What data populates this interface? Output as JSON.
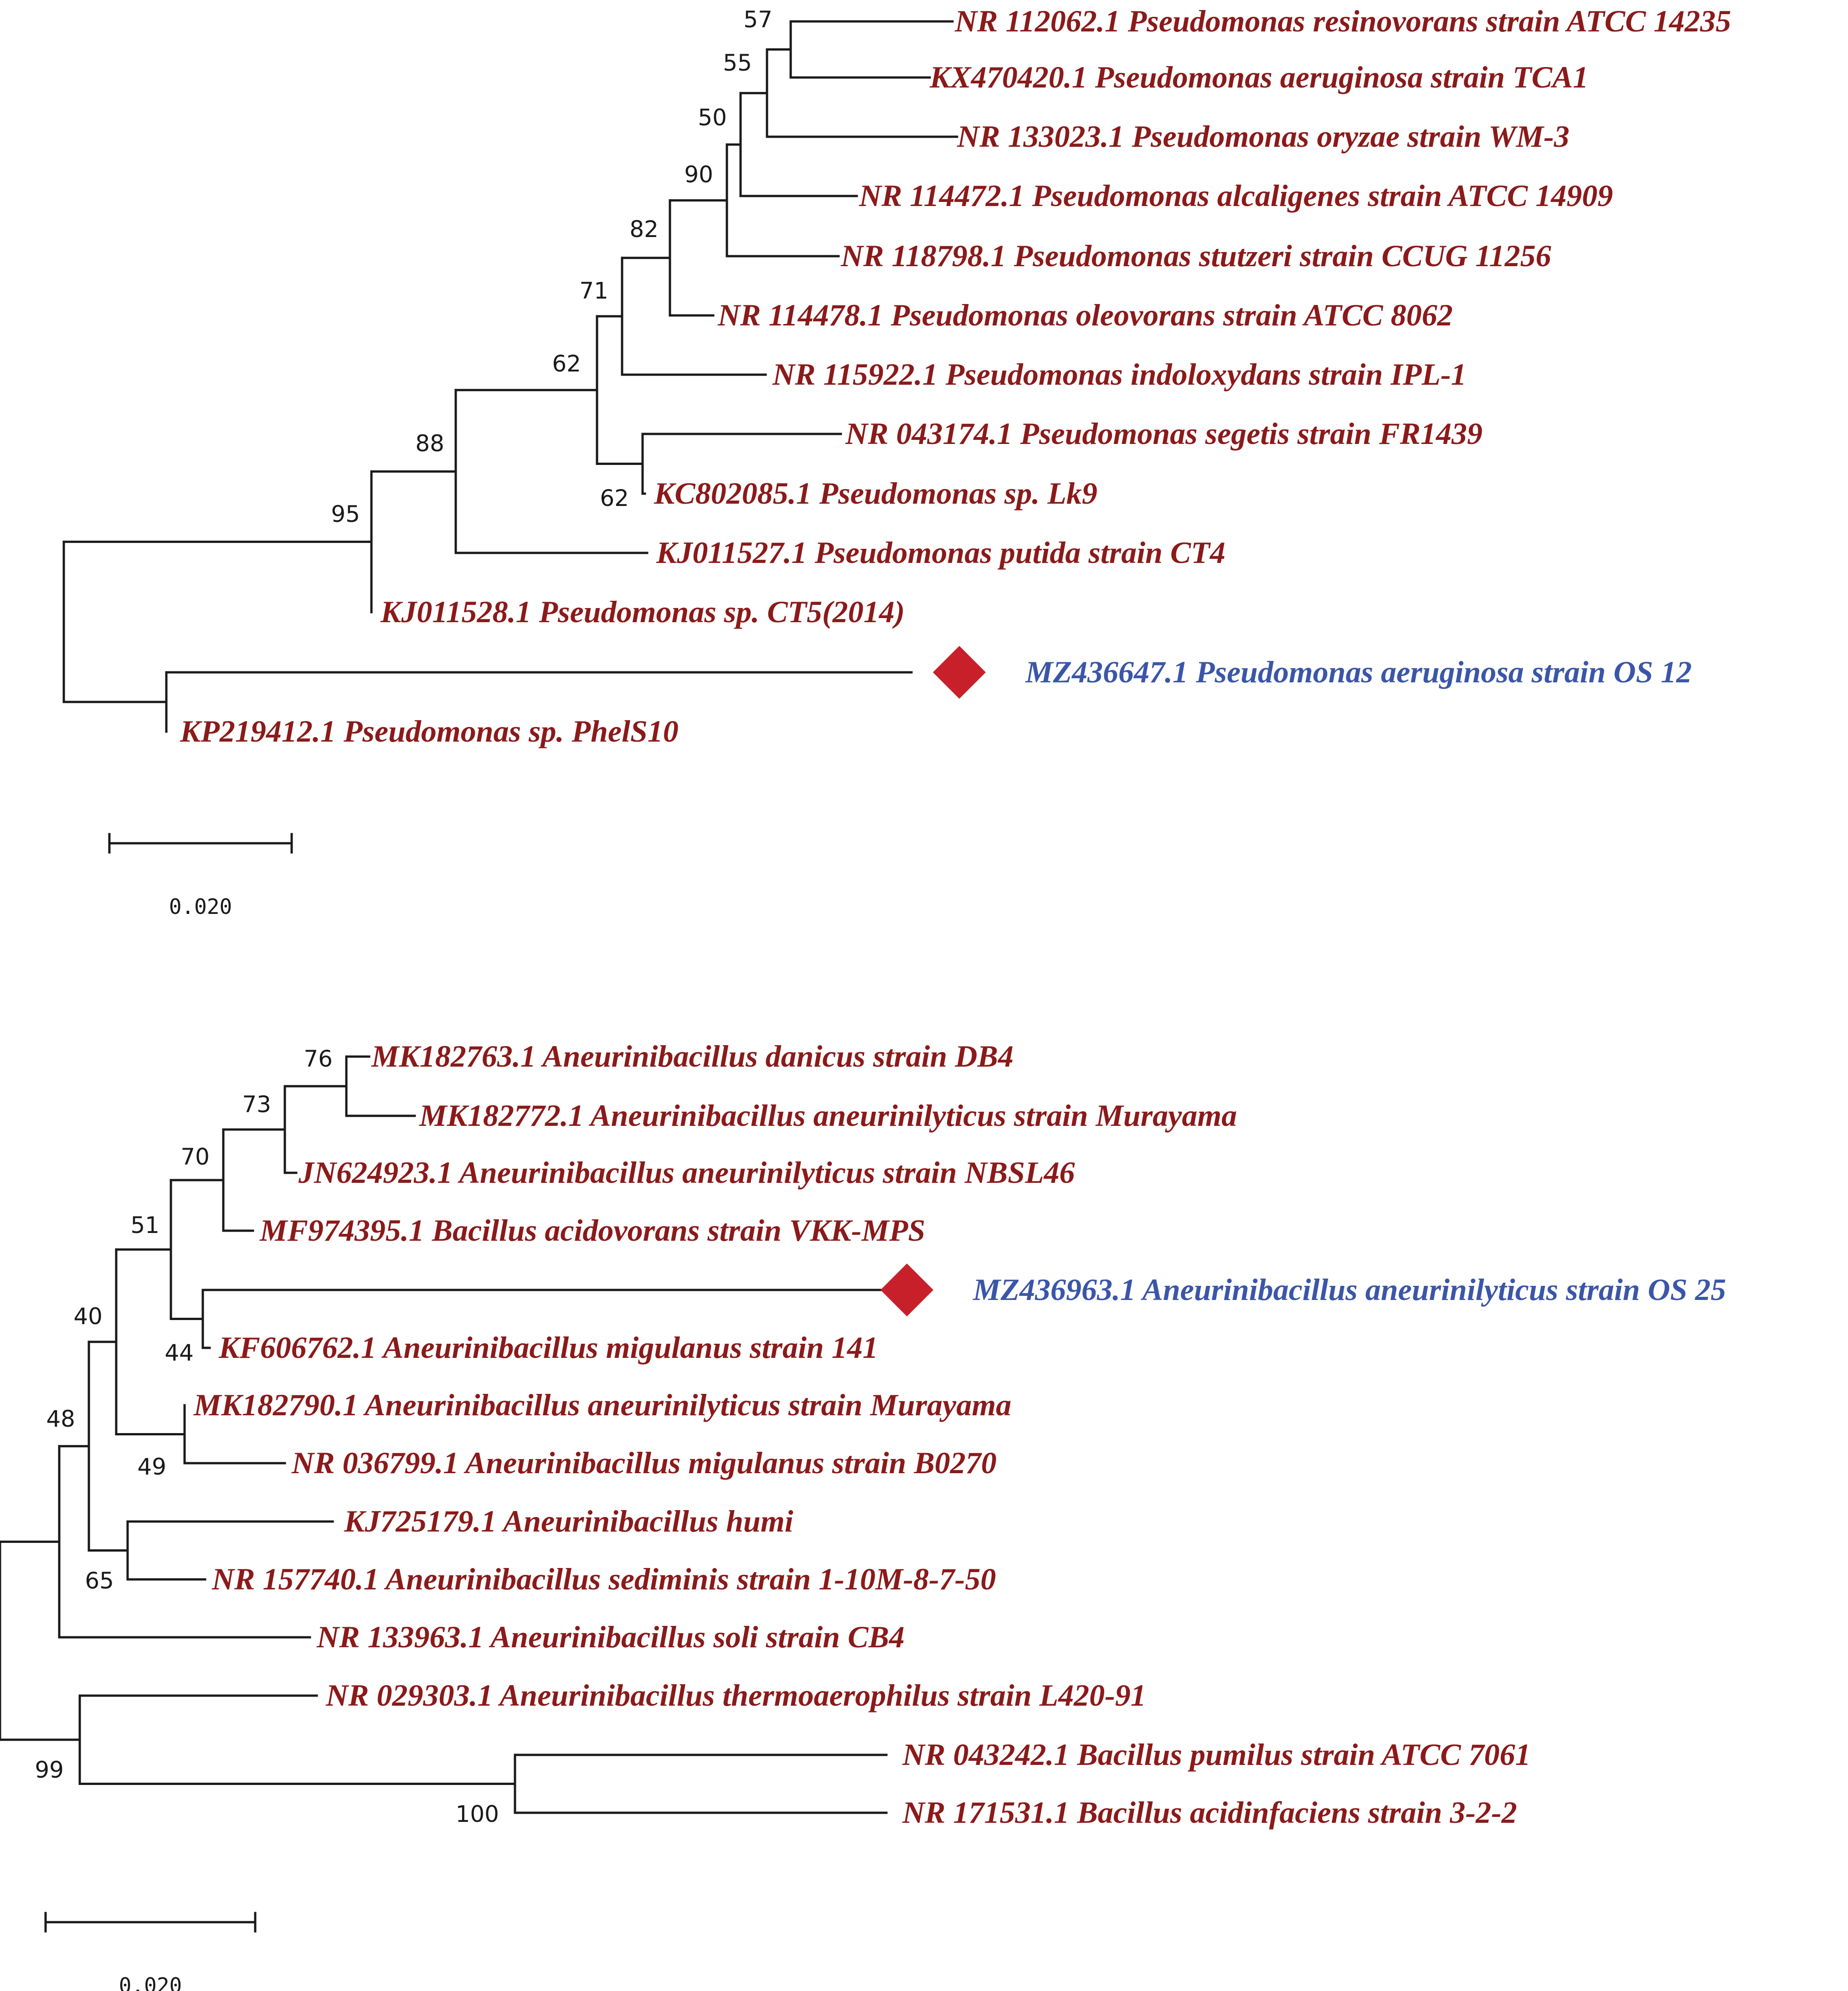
{
  "colors": {
    "reference_label": "#8b1a1a",
    "query_label": "#3b56a8",
    "query_marker": "#c8202a",
    "branch": "#1a1a1a",
    "support_text": "#1a1a1a"
  },
  "trees": [
    {
      "id": "pseudomonas",
      "scale_bar_label": "0.020",
      "leaves": [
        {
          "label": "NR 112062.1 Pseudomonas resinovorans strain ATCC 14235",
          "query": false
        },
        {
          "label": "KX470420.1 Pseudomonas aeruginosa strain TCA1",
          "query": false
        },
        {
          "label": "NR 133023.1 Pseudomonas oryzae strain WM-3",
          "query": false
        },
        {
          "label": "NR 114472.1 Pseudomonas alcaligenes strain ATCC 14909",
          "query": false
        },
        {
          "label": "NR 118798.1 Pseudomonas stutzeri strain CCUG 11256",
          "query": false
        },
        {
          "label": "NR 114478.1 Pseudomonas oleovorans strain ATCC 8062",
          "query": false
        },
        {
          "label": "NR 115922.1 Pseudomonas indoloxydans strain IPL-1",
          "query": false
        },
        {
          "label": "NR 043174.1 Pseudomonas segetis strain FR1439",
          "query": false
        },
        {
          "label": "KC802085.1 Pseudomonas sp. Lk9",
          "query": false
        },
        {
          "label": "KJ011527.1 Pseudomonas putida strain CT4",
          "query": false
        },
        {
          "label": "KJ011528.1 Pseudomonas sp. CT5(2014)",
          "query": false
        },
        {
          "label": "MZ436647.1 Pseudomonas aeruginosa strain OS 12",
          "query": true
        },
        {
          "label": "KP219412.1 Pseudomonas sp. PhelS10",
          "query": false
        }
      ],
      "bootstrap_values": [
        "57",
        "55",
        "50",
        "90",
        "82",
        "71",
        "62",
        "62",
        "88",
        "95"
      ]
    },
    {
      "id": "aneurinibacillus",
      "scale_bar_label": "0.020",
      "leaves": [
        {
          "label": "MK182763.1 Aneurinibacillus danicus strain DB4",
          "query": false
        },
        {
          "label": "MK182772.1 Aneurinibacillus aneurinilyticus strain Murayama",
          "query": false
        },
        {
          "label": "JN624923.1 Aneurinibacillus aneurinilyticus strain NBSL46",
          "query": false
        },
        {
          "label": "MF974395.1 Bacillus acidovorans strain VKK-MPS",
          "query": false
        },
        {
          "label": "MZ436963.1 Aneurinibacillus aneurinilyticus strain OS 25",
          "query": true
        },
        {
          "label": "KF606762.1 Aneurinibacillus migulanus strain 141",
          "query": false
        },
        {
          "label": "MK182790.1 Aneurinibacillus aneurinilyticus strain Murayama",
          "query": false
        },
        {
          "label": "NR 036799.1 Aneurinibacillus migulanus strain B0270",
          "query": false
        },
        {
          "label": "KJ725179.1 Aneurinibacillus humi",
          "query": false
        },
        {
          "label": "NR 157740.1 Aneurinibacillus sediminis strain 1-10M-8-7-50",
          "query": false
        },
        {
          "label": "NR 133963.1 Aneurinibacillus soli strain CB4",
          "query": false
        },
        {
          "label": "NR 029303.1 Aneurinibacillus thermoaerophilus strain L420-91",
          "query": false
        },
        {
          "label": "NR 043242.1 Bacillus pumilus strain ATCC 7061",
          "query": false
        },
        {
          "label": "NR 171531.1 Bacillus acidinfaciens strain 3-2-2",
          "query": false
        }
      ],
      "bootstrap_values": [
        "76",
        "73",
        "70",
        "44",
        "51",
        "49",
        "40",
        "65",
        "48",
        "100",
        "99"
      ]
    }
  ]
}
